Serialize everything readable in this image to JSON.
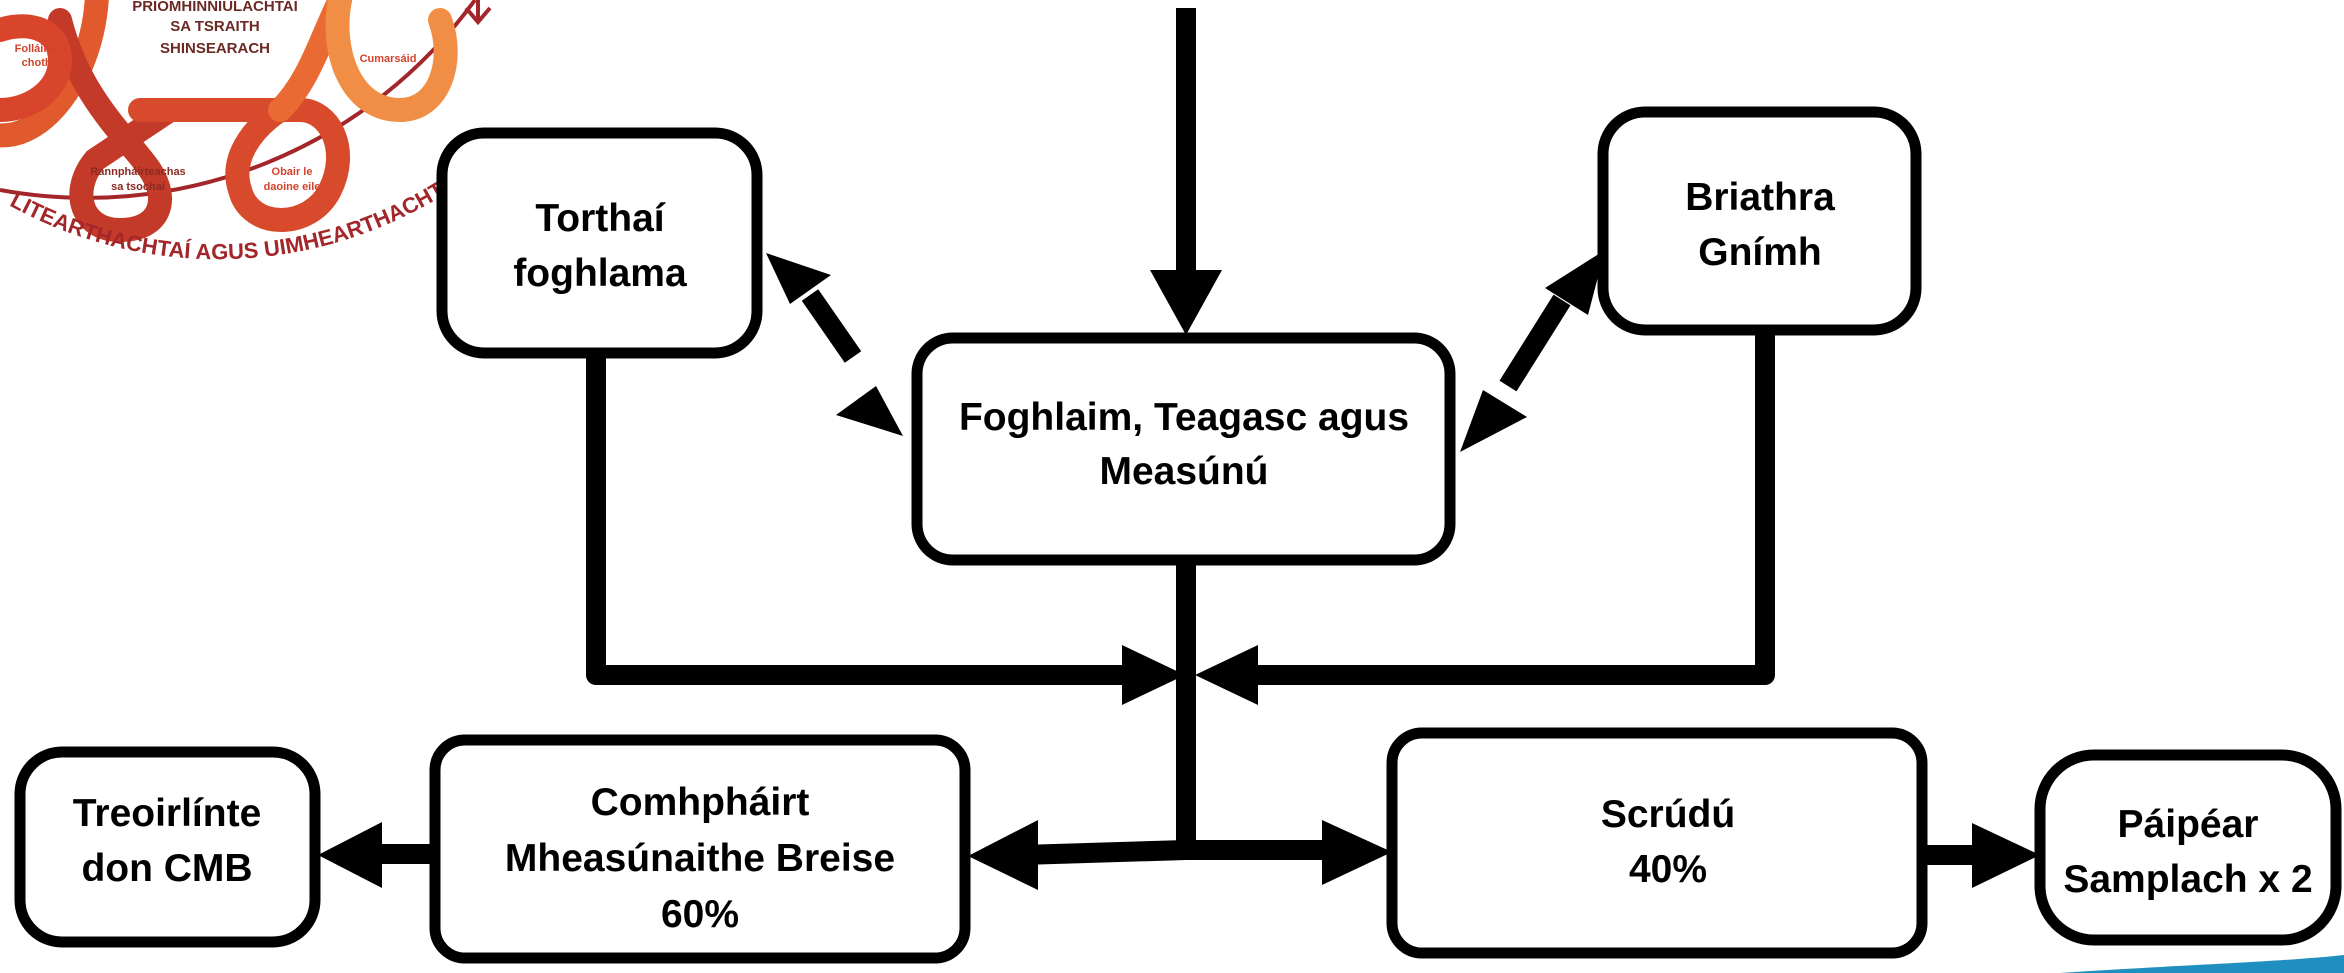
{
  "colors": {
    "stroke": "#000000",
    "box_fill": "#ffffff",
    "logo_dark_red": "#a3262a",
    "logo_red": "#d3432b",
    "logo_orange": "#ef7d3c",
    "logo_light_orange": "#f5a04f",
    "accent_teal": "#1f8fbf"
  },
  "logo": {
    "center_text": [
      "PRÍOMHINNIÚLACHTAÍ",
      "SA TSRAITH",
      "SHINSEARACH"
    ],
    "petals": {
      "left": [
        "Folláine a",
        "chothú"
      ],
      "right": [
        "Cumarsáid"
      ],
      "bottom_left": [
        "Rannpháirteachas",
        "sa tsochaí"
      ],
      "bottom_right": [
        "Obair le",
        "daoine eile"
      ]
    },
    "arc_text": "LITEARTHACHTAÍ AGUS UIMHEARTHACHT"
  },
  "boxes": {
    "torthai": [
      "Torthaí",
      "foghlama"
    ],
    "briathra": [
      "Briathra",
      "Gnímh"
    ],
    "foghlaim": [
      "Foghlaim, Teagasc agus",
      "Measúnú"
    ],
    "treoirlinte": [
      "Treoirlínte",
      "don CMB"
    ],
    "comhphairt": [
      "Comhpháirt",
      "Mheasúnaithe Breise",
      "60%"
    ],
    "scrudu": [
      "Scrúdú",
      "40%"
    ],
    "paipear": [
      "Páipéar",
      "Samplach x 2"
    ]
  }
}
